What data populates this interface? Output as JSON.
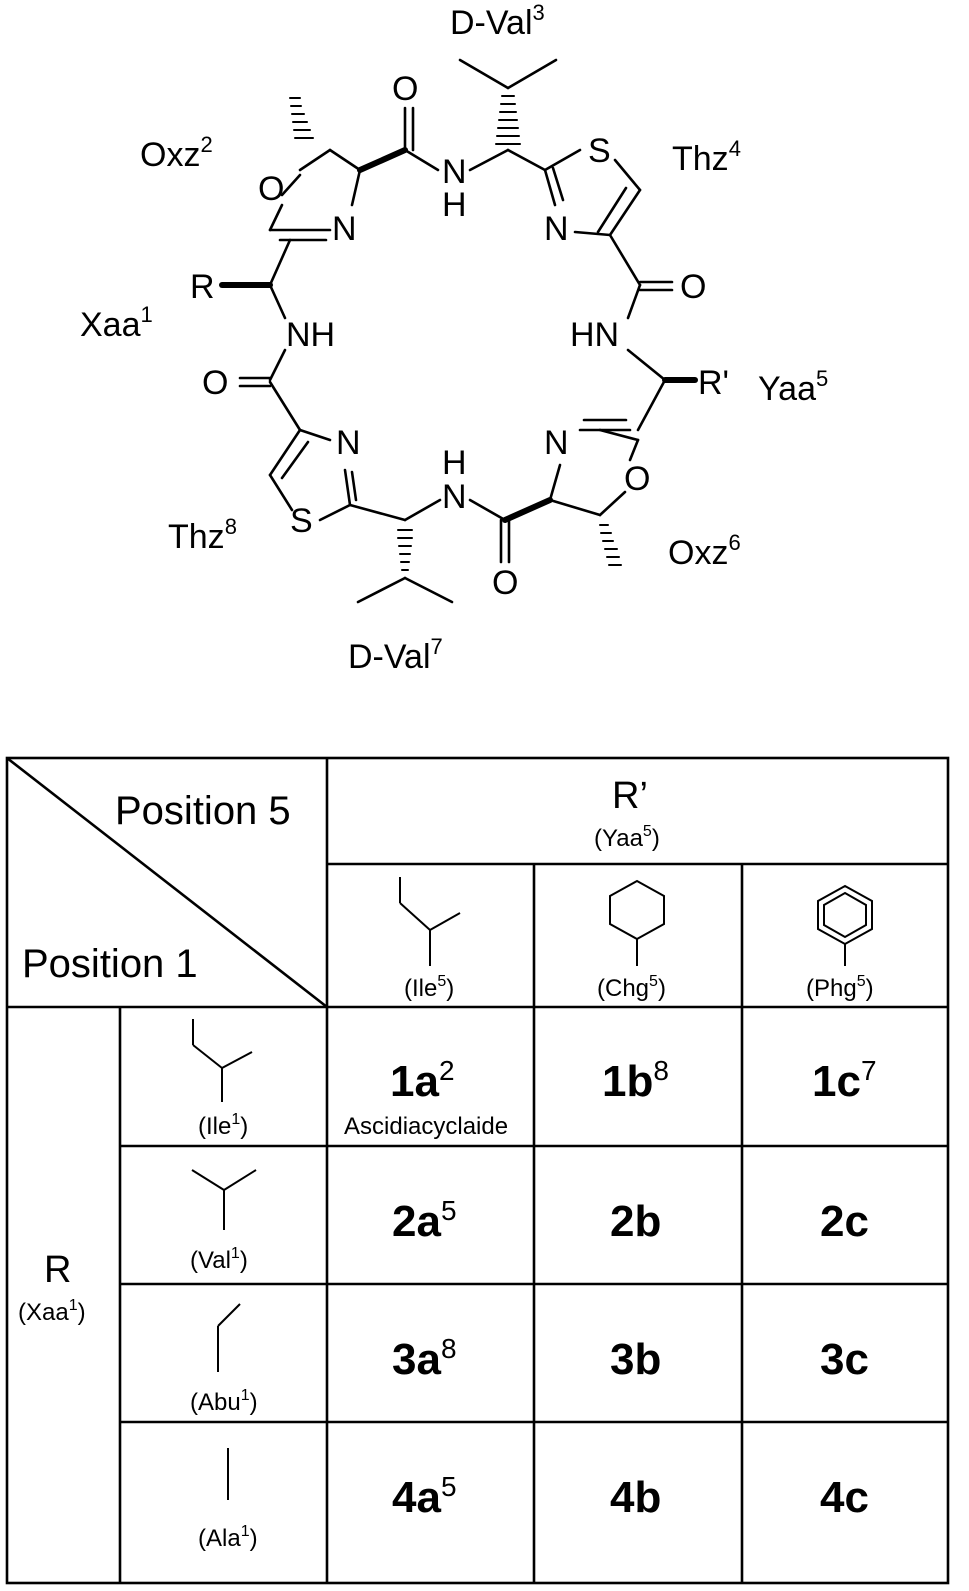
{
  "structure": {
    "residue_labels": {
      "dval3": {
        "text": "D-Val",
        "sup": "3"
      },
      "oxz2": {
        "text": "Oxz",
        "sup": "2"
      },
      "thz4": {
        "text": "Thz",
        "sup": "4"
      },
      "xaa1": {
        "text": "Xaa",
        "sup": "1"
      },
      "yaa5": {
        "text": "Yaa",
        "sup": "5"
      },
      "thz8": {
        "text": "Thz",
        "sup": "8"
      },
      "oxz6": {
        "text": "Oxz",
        "sup": "6"
      },
      "dval7": {
        "text": "D-Val",
        "sup": "7"
      }
    },
    "atoms": {
      "o_top": "O",
      "o_ring2": "O",
      "n_ring2": "N",
      "n_amide_top": "N",
      "h_amide_top": "H",
      "s_ring4": "S",
      "n_ring4": "N",
      "o_right": "O",
      "r": "R",
      "nh_left": "NH",
      "hn_right": "HN",
      "r_prime": "R'",
      "o_left": "O",
      "n_ring8": "N",
      "s_ring8": "S",
      "h_amide_bottom": "H",
      "n_amide_bottom": "N",
      "n_ring6": "N",
      "o_ring6": "O",
      "o_bottom": "O"
    }
  },
  "table": {
    "corner_top": "Position 5",
    "corner_bottom": "Position 1",
    "col_group": {
      "label": "R’",
      "sub": "(Yaa",
      "sub_sup": "5",
      "sub_end": ")"
    },
    "columns": [
      {
        "name": "(Ile",
        "sup": "5",
        "end": ")",
        "structure": "sec-butyl"
      },
      {
        "name": "(Chg",
        "sup": "5",
        "end": ")",
        "structure": "cyclohexyl"
      },
      {
        "name": "(Phg",
        "sup": "5",
        "end": ")",
        "structure": "phenyl"
      }
    ],
    "row_group": {
      "label": "R",
      "sub": "(Xaa",
      "sub_sup": "1",
      "sub_end": ")"
    },
    "rows": [
      {
        "name": "(Ile",
        "sup": "1",
        "end": ")",
        "structure": "sec-butyl",
        "cells": [
          {
            "id": "1a",
            "ref": "2",
            "note": "Ascidiacyclaide"
          },
          {
            "id": "1b",
            "ref": "8",
            "note": ""
          },
          {
            "id": "1c",
            "ref": "7",
            "note": ""
          }
        ]
      },
      {
        "name": "(Val",
        "sup": "1",
        "end": ")",
        "structure": "isopropyl",
        "cells": [
          {
            "id": "2a",
            "ref": "5",
            "note": ""
          },
          {
            "id": "2b",
            "ref": "",
            "note": ""
          },
          {
            "id": "2c",
            "ref": "",
            "note": ""
          }
        ]
      },
      {
        "name": "(Abu",
        "sup": "1",
        "end": ")",
        "structure": "ethyl",
        "cells": [
          {
            "id": "3a",
            "ref": "8",
            "note": ""
          },
          {
            "id": "3b",
            "ref": "",
            "note": ""
          },
          {
            "id": "3c",
            "ref": "",
            "note": ""
          }
        ]
      },
      {
        "name": "(Ala",
        "sup": "1",
        "end": ")",
        "structure": "methyl",
        "cells": [
          {
            "id": "4a",
            "ref": "5",
            "note": ""
          },
          {
            "id": "4b",
            "ref": "",
            "note": ""
          },
          {
            "id": "4c",
            "ref": "",
            "note": ""
          }
        ]
      }
    ]
  }
}
